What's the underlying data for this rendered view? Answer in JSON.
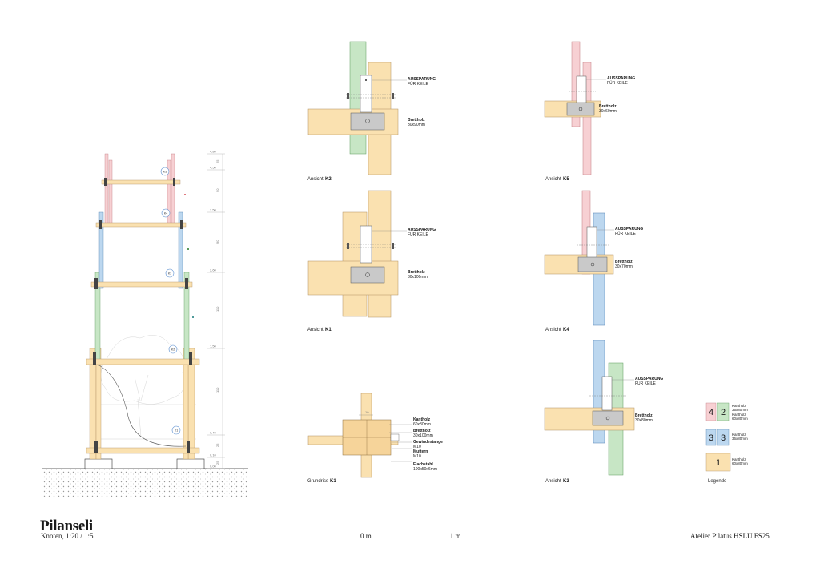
{
  "title": "Pilanseli",
  "subtitle": "Knoten, 1:20 / 1:5",
  "scale": {
    "start": "0 m",
    "end": "1 m"
  },
  "credit": "Atelier Pilatus HSLU FS25",
  "colors": {
    "yellow": "#fae1b0",
    "green": "#c7e6c5",
    "blue": "#bcd7ef",
    "pink": "#f7d0d3",
    "steel": "#c9c9c9"
  },
  "tower": {
    "elevations": [
      "4,80",
      "4,50",
      "3,50",
      "2,60",
      "1,50",
      "0,40",
      "0,10",
      "0,00"
    ],
    "segment_dims": [
      "25",
      "90",
      "90",
      "110",
      "110",
      "25",
      "25"
    ],
    "node_tags": [
      "K5",
      "K4",
      "K3",
      "K2",
      "K1"
    ]
  },
  "views": {
    "k2": {
      "caption_prefix": "Ansicht",
      "caption_id": "K2",
      "aussparung": "AUSSPARUNG",
      "fuer_keile": "FÜR KEILE",
      "brettholz": "Brettholz",
      "dims": "30x90mm"
    },
    "k1": {
      "caption_prefix": "Ansicht",
      "caption_id": "K1",
      "aussparung": "AUSSPARUNG",
      "fuer_keile": "FÜR KEILE",
      "brettholz": "Brettholz",
      "dims": "30x100mm"
    },
    "k5": {
      "caption_prefix": "Ansicht",
      "caption_id": "K5",
      "aussparung": "AUSSPARUNG",
      "fuer_keile": "FÜR KEILE",
      "brettholz": "Brettholz",
      "dims": "30x60mm"
    },
    "k4": {
      "caption_prefix": "Ansicht",
      "caption_id": "K4",
      "aussparung": "AUSSPARUNG",
      "fuer_keile": "FÜR KEILE",
      "brettholz": "Brettholz",
      "dims": "30x70mm"
    },
    "k3": {
      "caption_prefix": "Ansicht",
      "caption_id": "K3",
      "aussparung": "AUSSPARUNG",
      "fuer_keile": "FÜR KEILE",
      "brettholz": "Brettholz",
      "dims": "30x80mm"
    }
  },
  "grundriss": {
    "caption_prefix": "Grundriss",
    "caption_id": "K1",
    "kantholz": "Kantholz",
    "kantholz_dims": "60x80mm",
    "brettholz": "Brettholz",
    "brettholz_dims": "30x100mm",
    "gewindestange": "Gewindestange",
    "gewinde_dims": "M10",
    "muttern": "Muttern",
    "muttern_dims": "M10",
    "flachstahl": "Flachstahl",
    "flachstahl_dims": "100x50x6mm",
    "top_dim": "10"
  },
  "legend": {
    "title": "Legende",
    "rows": [
      {
        "nums": [
          "4",
          "2"
        ],
        "labels": [
          "Kantholz",
          "Kantholz"
        ],
        "dims": [
          "35x80mm",
          "60x80mm"
        ]
      },
      {
        "nums": [
          "3",
          "3"
        ],
        "labels": [
          "Kantholz"
        ],
        "dims": [
          "36x80mm"
        ]
      },
      {
        "nums": [
          "1"
        ],
        "labels": [
          "Kantholz"
        ],
        "dims": [
          "60x80mm"
        ]
      }
    ]
  }
}
